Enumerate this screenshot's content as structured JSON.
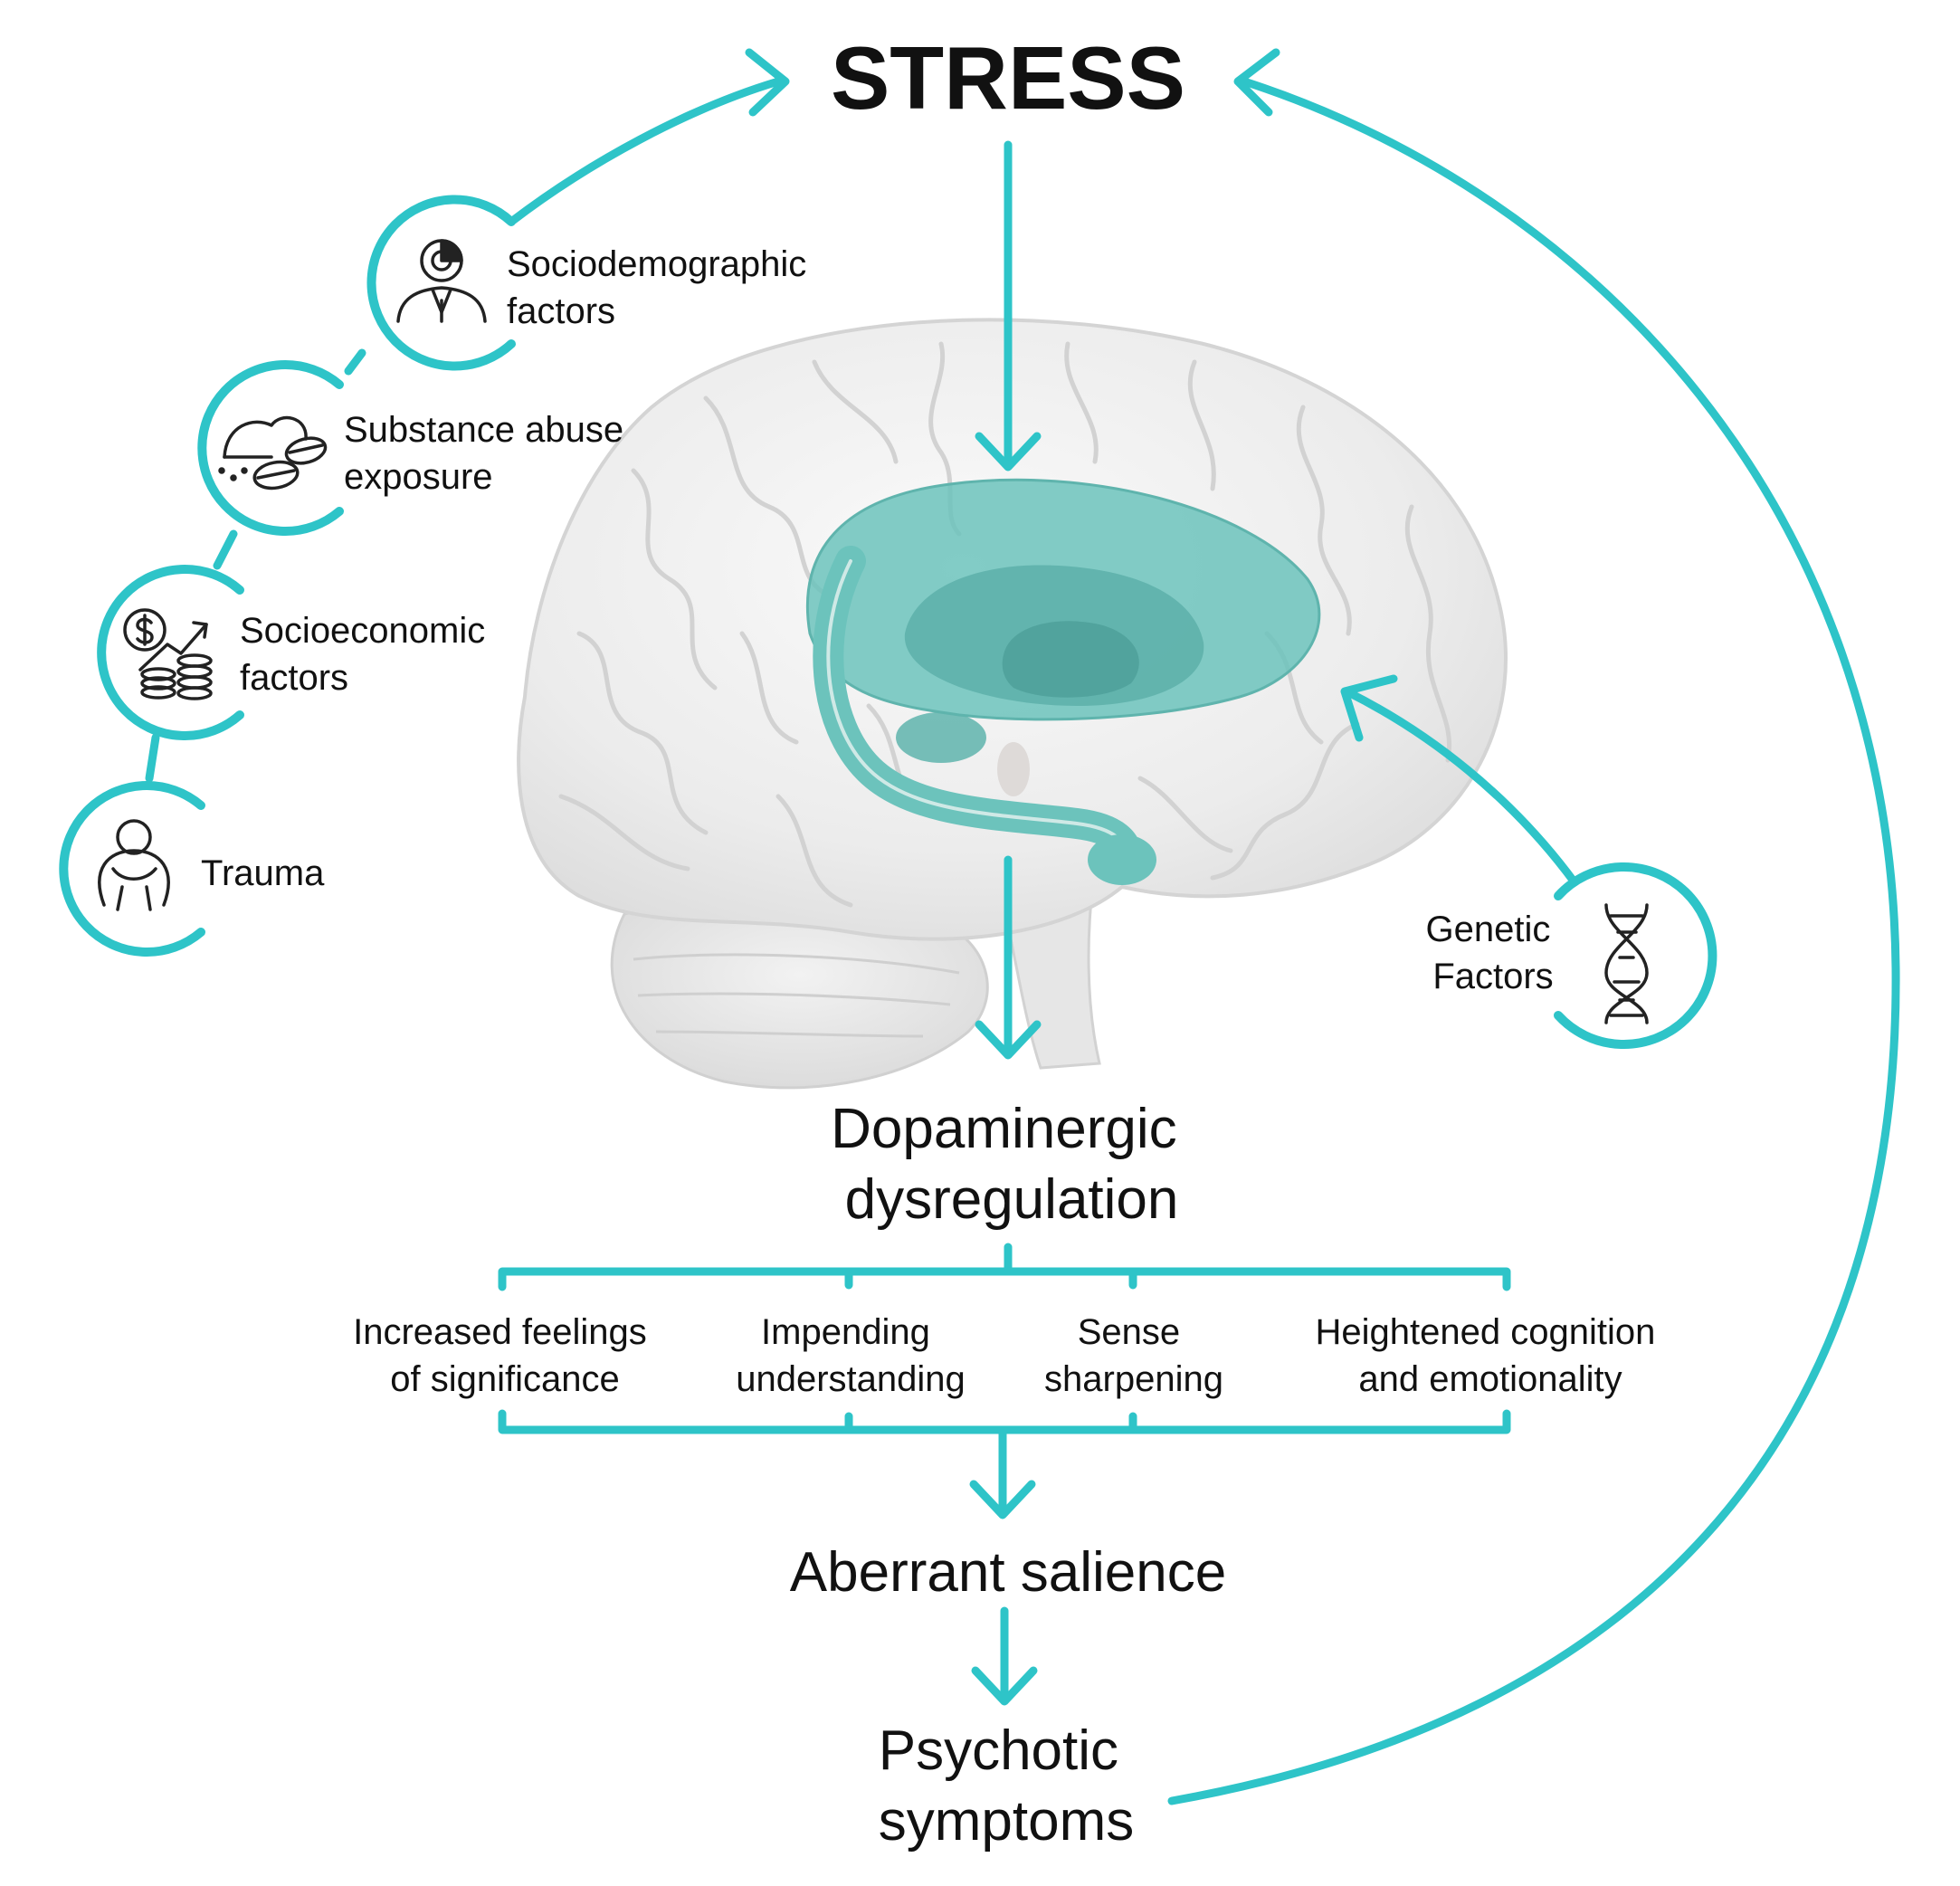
{
  "colors": {
    "accent": "#2ec4c8",
    "region": "#6cc3bc",
    "brain": "#ececec",
    "text": "#111111"
  },
  "stress": "STRESS",
  "risk_factors": [
    {
      "lines": [
        "Sociodemographic",
        "factors"
      ],
      "icon": "person-chart-icon"
    },
    {
      "lines": [
        "Substance abuse",
        "exposure"
      ],
      "icon": "pills-icon"
    },
    {
      "lines": [
        "Socioeconomic",
        "factors"
      ],
      "icon": "money-growth-icon"
    },
    {
      "lines": [
        "Trauma"
      ],
      "icon": "distressed-person-icon"
    }
  ],
  "genetic": {
    "lines": [
      "Genetic",
      "Factors"
    ],
    "icon": "dna-icon"
  },
  "dopamine": [
    "Dopaminergic",
    "dysregulation"
  ],
  "effects": [
    [
      "Increased feelings",
      "of significance"
    ],
    [
      "Impending",
      "understanding"
    ],
    [
      "Sense",
      "sharpening"
    ],
    [
      "Heightened cognition",
      "and emotionality"
    ]
  ],
  "aberrant": "Aberrant salience",
  "psychotic": [
    "Psychotic",
    "symptoms"
  ],
  "brain_icon": "brain-illustration"
}
